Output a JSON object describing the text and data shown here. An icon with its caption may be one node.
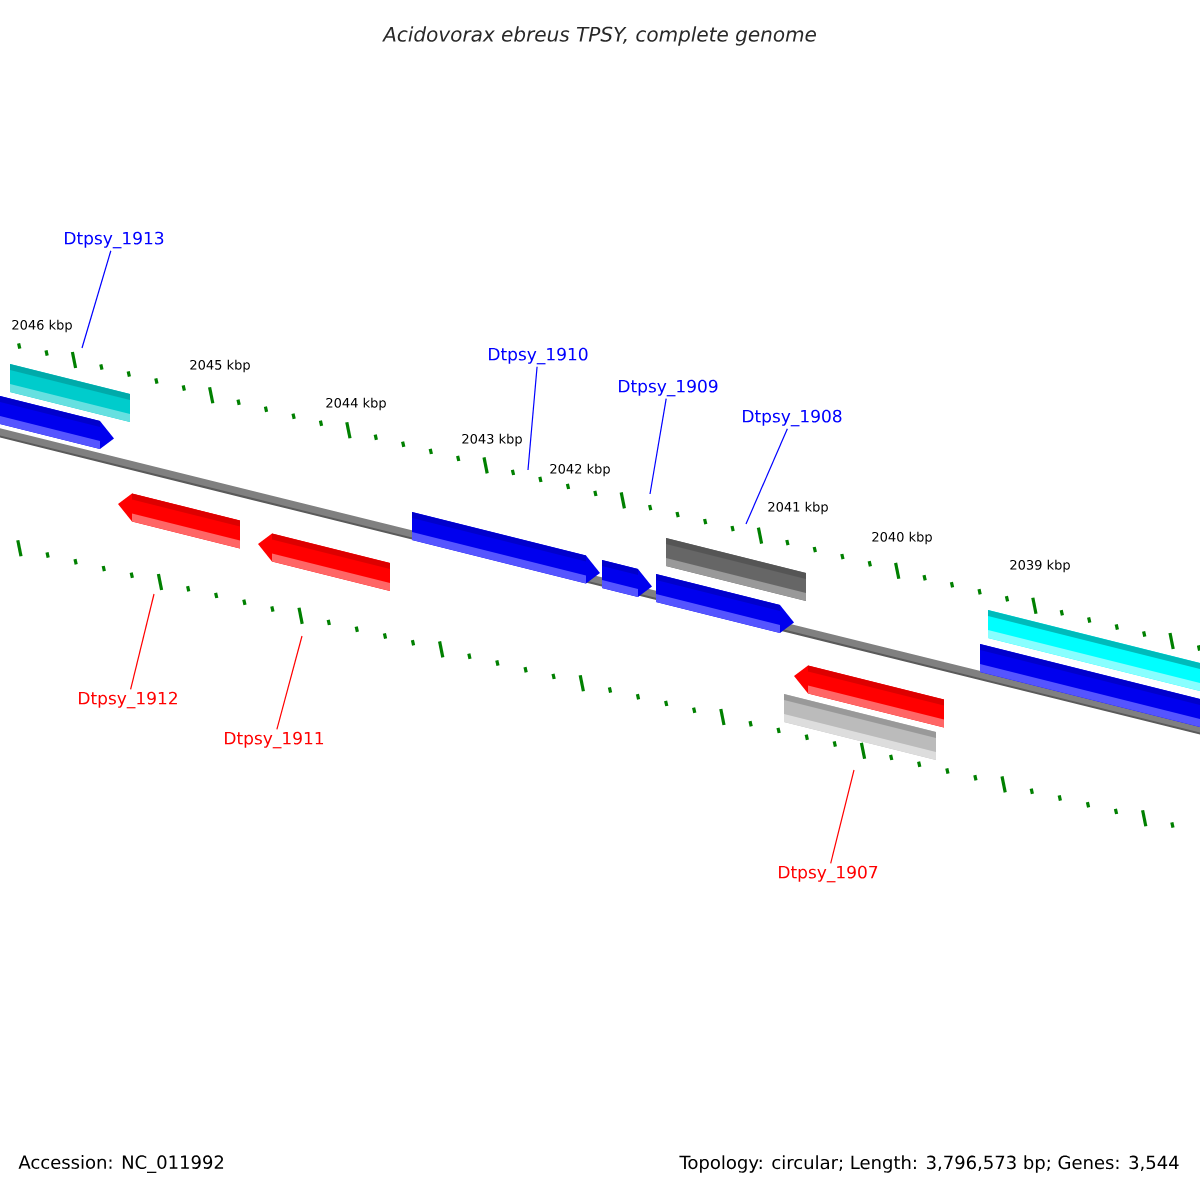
{
  "diagram": {
    "title": "Acidovorax ebreus TPSY, complete genome",
    "nodes": [
      {
        "text": [
          "Dtpsy_1913"
        ]
      },
      {
        "text": [
          "Dtpsy_1910"
        ]
      },
      {
        "text": [
          "Dtpsy_1909"
        ]
      },
      {
        "text": [
          "Dtpsy_1908"
        ]
      },
      {
        "text": [
          "Dtpsy_1912"
        ]
      },
      {
        "text": [
          "Dtpsy_1911"
        ]
      },
      {
        "text": [
          "Dtpsy_1907"
        ]
      }
    ],
    "edges": [
      {
        "from": 0,
        "to": null,
        "arrow": "none"
      },
      {
        "from": 1,
        "to": null,
        "arrow": "none"
      },
      {
        "from": 2,
        "to": null,
        "arrow": "none"
      },
      {
        "from": 3,
        "to": null,
        "arrow": "none"
      },
      {
        "from": 4,
        "to": null,
        "arrow": "none",
        "color": "#ff0000"
      },
      {
        "from": 5,
        "to": null,
        "arrow": "none",
        "color": "#ff0000"
      },
      {
        "from": 6,
        "to": null,
        "arrow": "none",
        "color": "#ff0000"
      }
    ],
    "labels": [
      "2046 kbp",
      "2045 kbp",
      "2044 kbp",
      "2043 kbp",
      "2042 kbp",
      "2041 kbp",
      "2040 kbp",
      "2039 kbp",
      "Accession: NC_011992",
      "Topology: circular; Length: 3,796,573 bp; Genes: 3,544"
    ]
  }
}
